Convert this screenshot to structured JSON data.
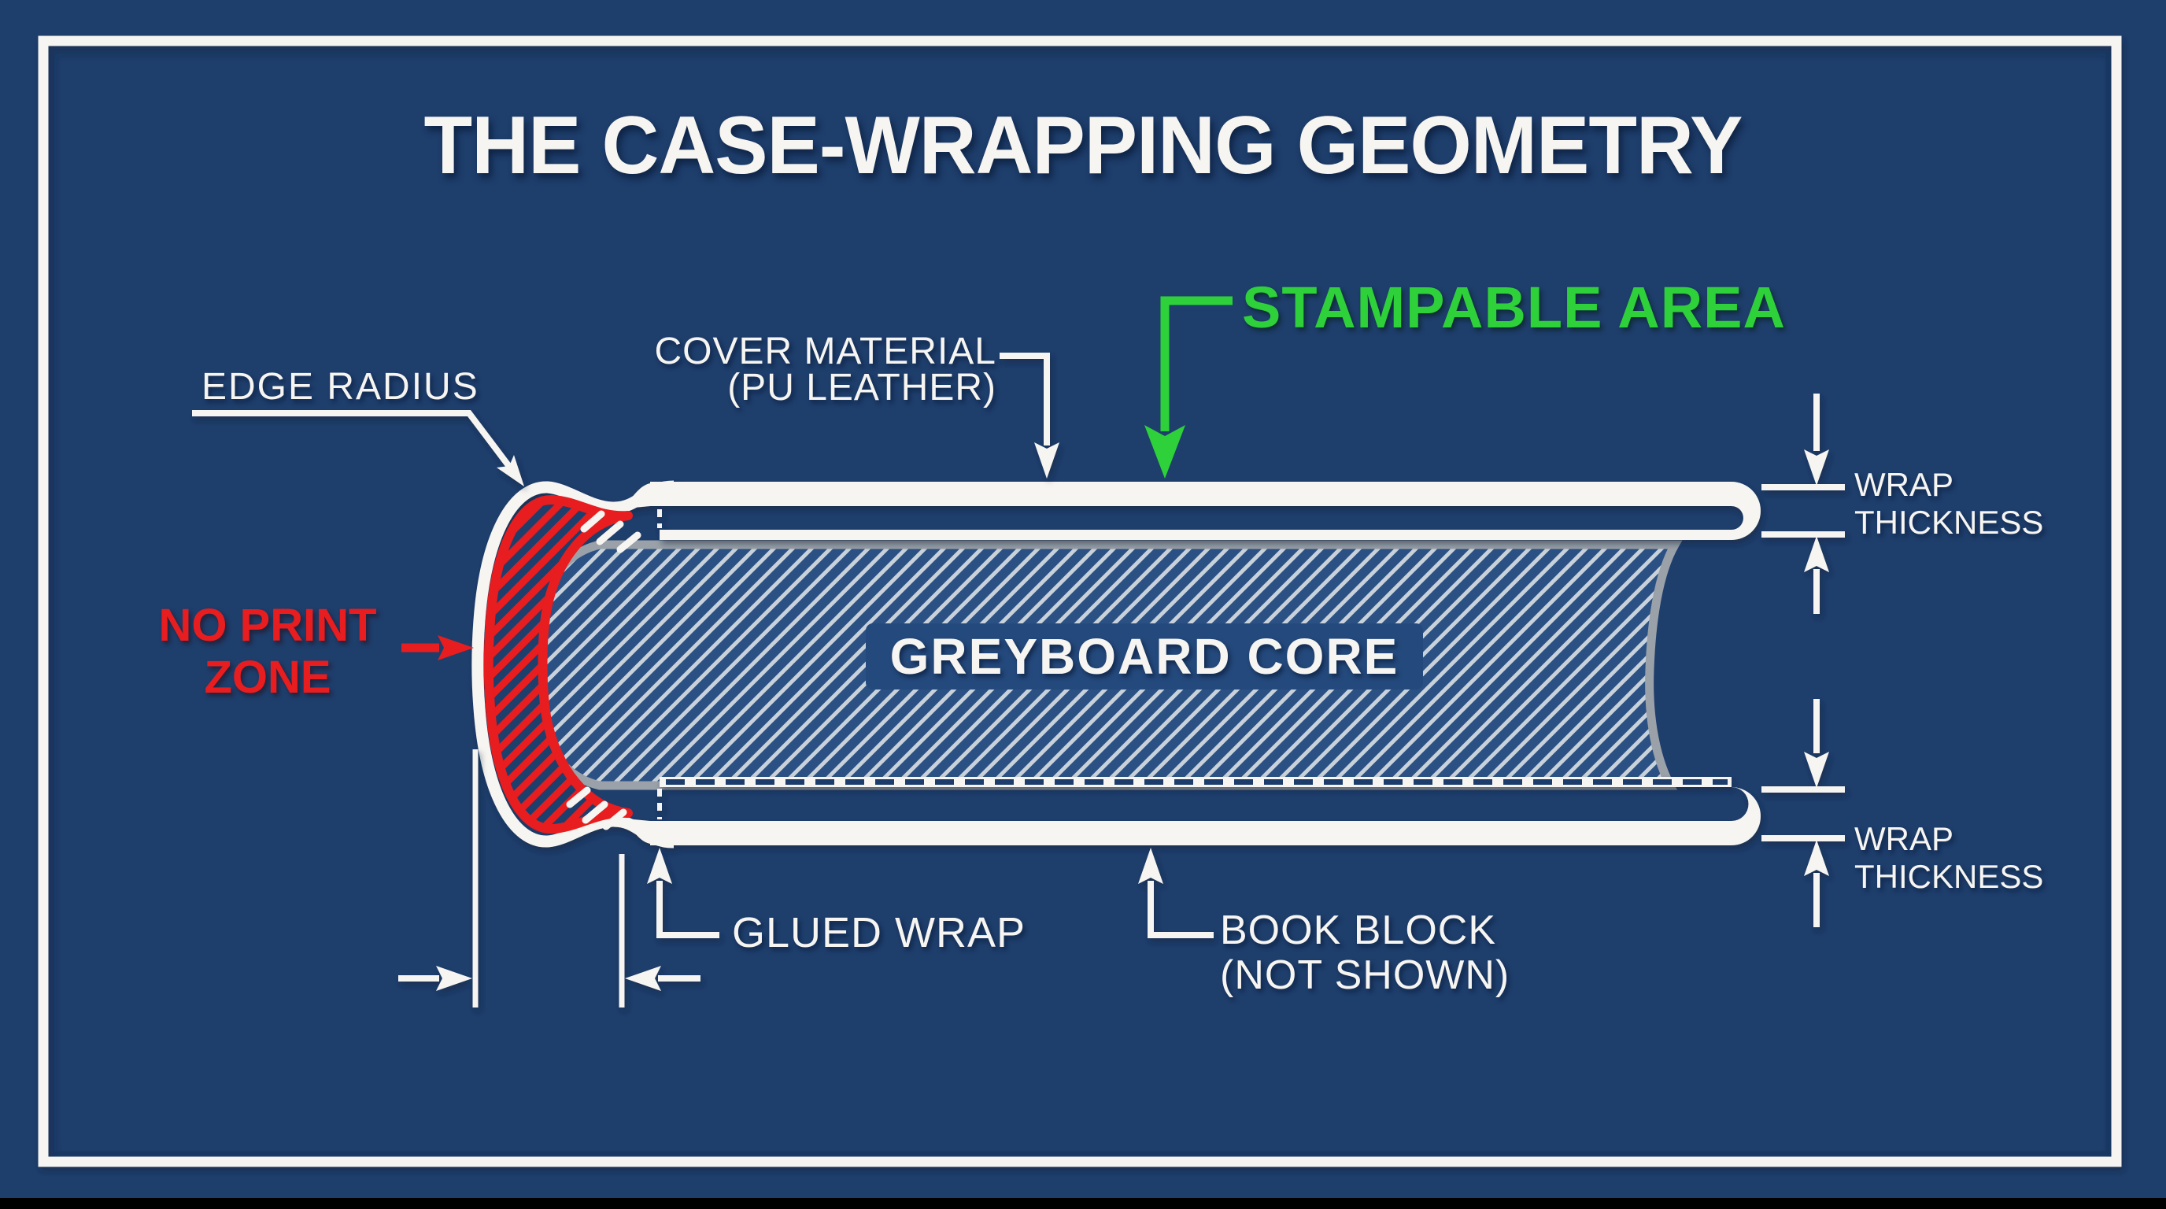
{
  "title": "THE CASE-WRAPPING GEOMETRY",
  "colors": {
    "background": "#1e3e6c",
    "line": "#f6f5f1",
    "board_fill": "#2b5184",
    "board_hatch": "#c9d2da",
    "board_edge": "#9aa1a8",
    "plate": "#24497c",
    "accent_green": "#2ed13a",
    "accent_red": "#e71d1f",
    "bottom_bar": "#000000"
  },
  "diagram": {
    "core_label": "GREYBOARD CORE",
    "callouts": {
      "edge_radius": {
        "text": "EDGE RADIUS"
      },
      "cover_material": {
        "line1": "COVER MATERIAL",
        "line2": "(PU LEATHER)"
      },
      "stampable_area": {
        "text": "STAMPABLE AREA"
      },
      "no_print_zone": {
        "line1": "NO PRINT",
        "line2": "ZONE"
      },
      "wrap_thickness_top": {
        "line1": "WRAP",
        "line2": "THICKNESS"
      },
      "wrap_thickness_bottom": {
        "line1": "WRAP",
        "line2": "THICKNESS"
      },
      "glued_wrap": {
        "text": "GLUED WRAP"
      },
      "book_block": {
        "line1": "BOOK BLOCK",
        "line2": "(NOT SHOWN)"
      }
    }
  }
}
